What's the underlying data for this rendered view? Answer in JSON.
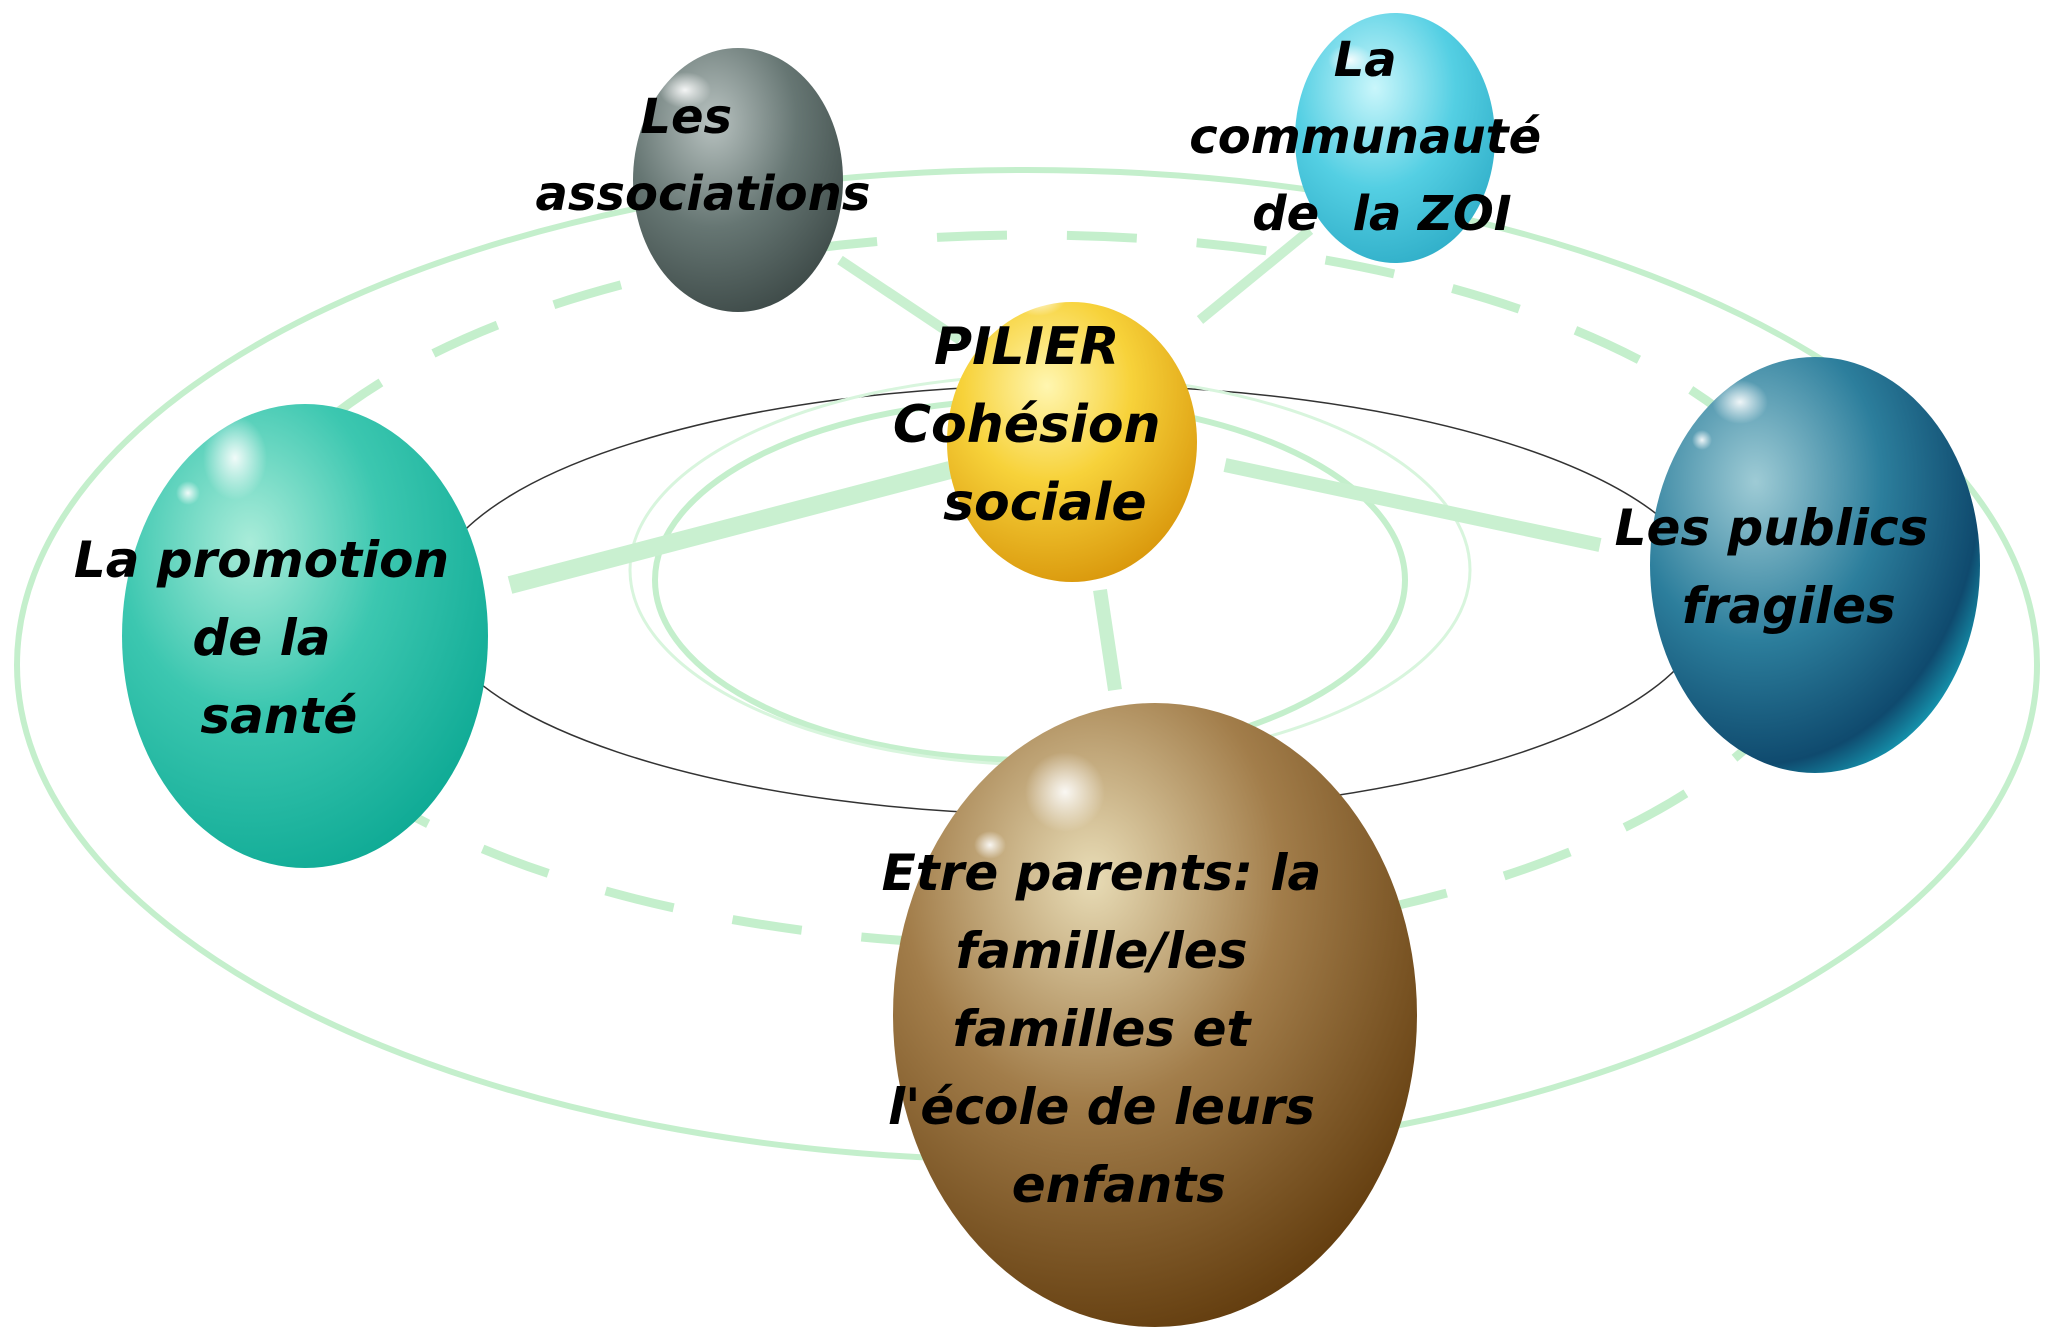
{
  "diagram": {
    "center": {
      "lines": [
        "PILIER",
        "Cohésion",
        "sociale"
      ],
      "color": "#f5c518"
    },
    "nodes": [
      {
        "id": "associations",
        "lines": [
          "Les",
          "associations"
        ],
        "color": "#5f6e6c"
      },
      {
        "id": "communaute",
        "lines": [
          "La",
          "communauté",
          "de  la ZOI"
        ],
        "color": "#4fd0e4"
      },
      {
        "id": "promotion-sante",
        "lines": [
          "La promotion",
          "de la",
          "santé"
        ],
        "color": "#1fb8a4"
      },
      {
        "id": "publics-fragiles",
        "lines": [
          "Les publics",
          "fragiles"
        ],
        "color": "#1d6f93"
      },
      {
        "id": "etre-parents",
        "lines": [
          "Etre parents: la",
          "famille/les",
          "familles et",
          "l'école de leurs",
          "enfants"
        ],
        "color": "#8a6232"
      }
    ],
    "colors": {
      "orbit": "#b9ecc2",
      "connector": "#c9f0d0",
      "inner_ring": "#333333"
    }
  }
}
